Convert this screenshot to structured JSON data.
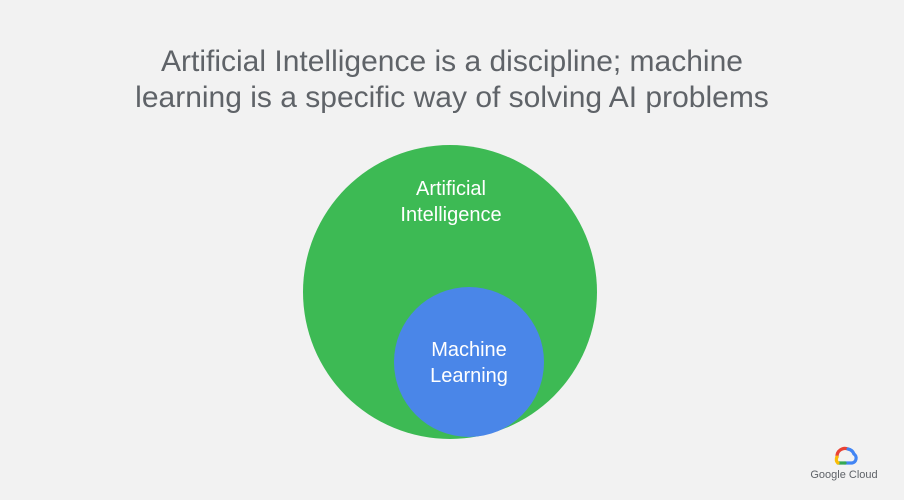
{
  "title": {
    "line1": "Artificial Intelligence is a discipline; machine",
    "line2": "learning is a specific way of solving AI problems"
  },
  "diagram": {
    "outer": {
      "line1": "Artificial",
      "line2": "Intelligence",
      "color": "#3dba54"
    },
    "inner": {
      "line1": "Machine",
      "line2": "Learning",
      "color": "#4a86e8"
    }
  },
  "brand": {
    "label": "Google Cloud",
    "icon": "google-cloud-icon"
  }
}
